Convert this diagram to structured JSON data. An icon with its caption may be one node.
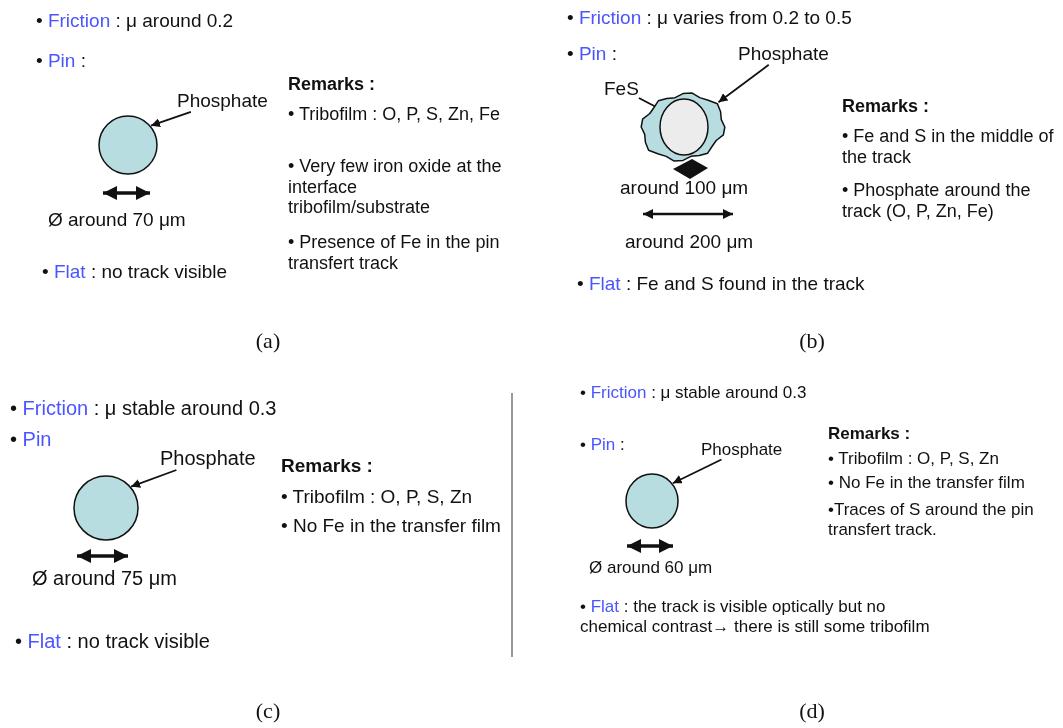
{
  "diagram": {
    "nodes": [
      {
        "text": [
          "Phosphate"
        ]
      },
      {
        "text": [],
        "shape": "circle"
      },
      {
        "text": [
          "Phosphate"
        ]
      },
      {
        "text": [
          "FeS"
        ]
      },
      {
        "text": [],
        "shape": "cloud"
      },
      {
        "text": [],
        "shape": "circle",
        "in": 4
      },
      {
        "text": [
          "Phosphate"
        ]
      },
      {
        "text": [],
        "shape": "circle"
      },
      {
        "text": [
          "Phosphate"
        ]
      },
      {
        "text": [],
        "shape": "circle"
      }
    ],
    "edges": [
      {
        "from": 0,
        "to": 1,
        "arrow": "to"
      },
      {
        "from": 2,
        "to": 4,
        "arrow": "to"
      },
      {
        "from": 3,
        "to": 5,
        "arrow": "to"
      },
      {
        "from": 6,
        "to": 7,
        "arrow": "to"
      },
      {
        "from": 8,
        "to": 9,
        "arrow": "to"
      }
    ],
    "labels": [
      "• Friction : μ around 0.2",
      "• Pin :",
      "Remarks :",
      "• Tribofilm : O, P, S, Zn, Fe",
      "• Very few iron oxide at the interface tribofilm/substrate",
      "• Presence of Fe in the pin transfert track",
      "Ø around 70 μm",
      "• Flat : no track visible",
      "• Friction : μ varies from 0.2 to 0.5",
      "• Pin :",
      "around 100 μm",
      "Remarks :",
      "• Fe and S in the middle of the track",
      "• Phosphate around the track (O, P, Zn, Fe)",
      "around 200 μm",
      "• Flat : Fe and S found in the track",
      "(a)",
      "(b)",
      "• Friction : μ stable around 0.3",
      "• Pin",
      "Remarks :",
      "• Tribofilm : O, P, S, Zn",
      "• No Fe in the transfer film",
      "Ø around 75 μm",
      "• Flat : no track visible",
      "• Friction : μ stable around 0.3",
      "• Pin :",
      "Remarks :",
      "• Tribofilm : O, P, S, Zn",
      "• No Fe in the transfer film",
      "•Traces of S around the pin transfert track.",
      "Ø around 60 μm",
      "• Flat : the track is visible optically but no chemical contrast→ there is still some tribofilm",
      "(c)",
      "(d)"
    ]
  }
}
